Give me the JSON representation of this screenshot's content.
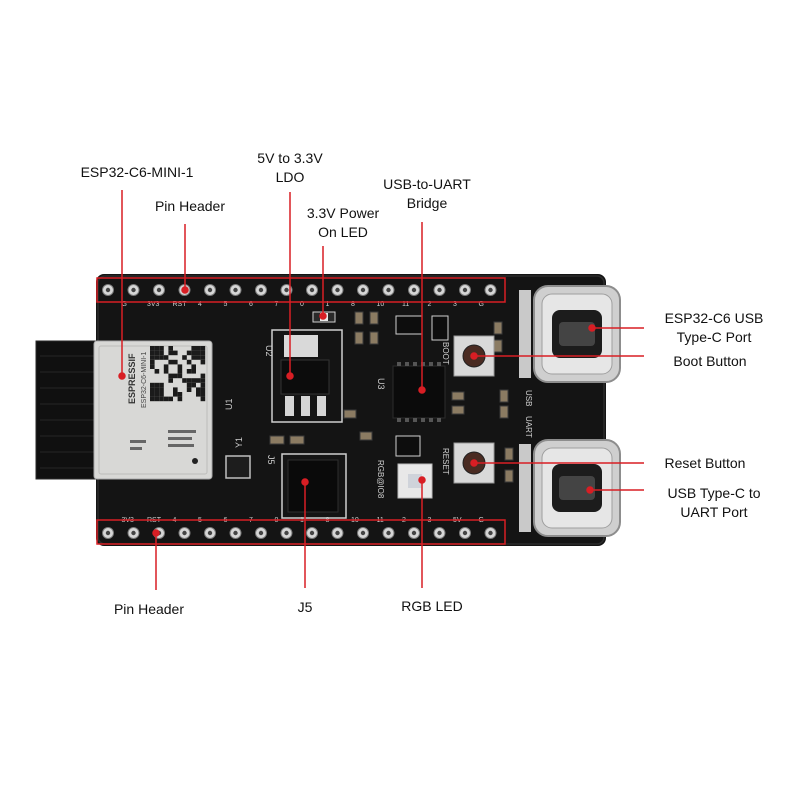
{
  "colors": {
    "callout": "#d81e24",
    "pcb": "#151515",
    "text": "#111111"
  },
  "board": {
    "silkscreen_top": [
      "G",
      "3V3",
      "RST",
      "4",
      "5",
      "6",
      "7",
      "0",
      "1",
      "8",
      "10",
      "11",
      "2",
      "3",
      "G"
    ],
    "silkscreen_bottom": [
      "3V3",
      "RST",
      "4",
      "5",
      "6",
      "7",
      "0",
      "1",
      "8",
      "10",
      "11",
      "2",
      "3",
      "5V",
      "G"
    ],
    "refs": {
      "u1": "U1",
      "u2": "U2",
      "u3": "U3",
      "j5": "J5",
      "y1": "Y1",
      "rgb": "RGB@IO8",
      "boot": "BOOT",
      "reset": "RESET",
      "usb": "USB",
      "uart": "UART"
    },
    "module": {
      "brand": "ESPRESSIF",
      "model": "ESP32-C6-MINI-1"
    }
  },
  "callouts": [
    {
      "id": "esp32-c6-mini-1",
      "lines": [
        "ESP32-C6-MINI-1"
      ]
    },
    {
      "id": "pin-header-top",
      "lines": [
        "Pin Header"
      ]
    },
    {
      "id": "ldo",
      "lines": [
        "5V to 3.3V",
        "LDO"
      ]
    },
    {
      "id": "power-led",
      "lines": [
        "3.3V Power",
        "On LED"
      ]
    },
    {
      "id": "usb-uart-bridge",
      "lines": [
        "USB-to-UART",
        "Bridge"
      ]
    },
    {
      "id": "usb-c-port",
      "lines": [
        "ESP32-C6 USB",
        "Type-C Port"
      ]
    },
    {
      "id": "boot-button",
      "lines": [
        "Boot Button"
      ]
    },
    {
      "id": "reset-button",
      "lines": [
        "Reset Button"
      ]
    },
    {
      "id": "uart-port",
      "lines": [
        "USB Type-C to",
        "UART Port"
      ]
    },
    {
      "id": "pin-header-bottom",
      "lines": [
        "Pin Header"
      ]
    },
    {
      "id": "j5",
      "lines": [
        "J5"
      ]
    },
    {
      "id": "rgb-led",
      "lines": [
        "RGB LED"
      ]
    }
  ]
}
